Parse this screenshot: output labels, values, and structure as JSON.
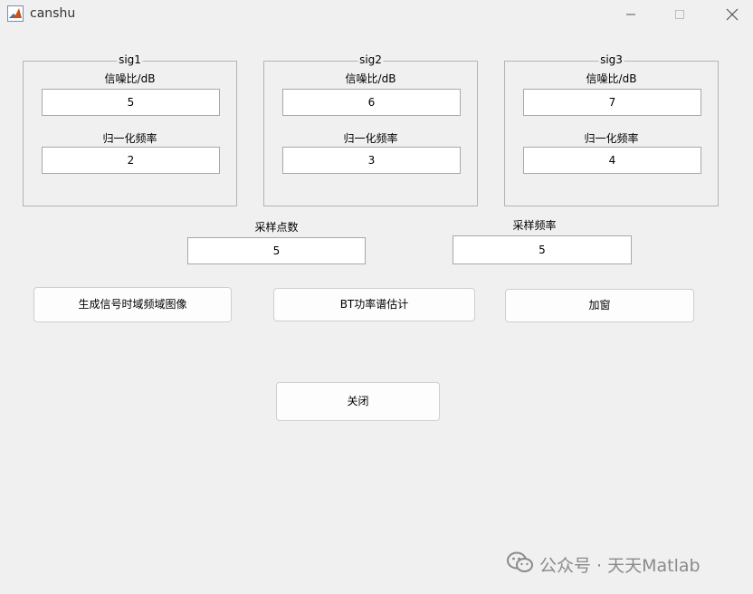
{
  "window": {
    "title": "canshu"
  },
  "panels": [
    {
      "title": "sig1",
      "snr_label": "信噪比/dB",
      "snr_value": "5",
      "freq_label": "归一化频率",
      "freq_value": "2"
    },
    {
      "title": "sig2",
      "snr_label": "信噪比/dB",
      "snr_value": "6",
      "freq_label": "归一化频率",
      "freq_value": "3"
    },
    {
      "title": "sig3",
      "snr_label": "信噪比/dB",
      "snr_value": "7",
      "freq_label": "归一化频率",
      "freq_value": "4"
    }
  ],
  "sampling": {
    "points_label": "采样点数",
    "points_value": "5",
    "rate_label": "采样频率",
    "rate_value": "5"
  },
  "buttons": {
    "generate": "生成信号时域频域图像",
    "bt": "BT功率谱估计",
    "window": "加窗",
    "close": "关闭"
  },
  "watermark": {
    "text": "公众号 · 天天Matlab"
  },
  "colors": {
    "background": "#f0f0f0",
    "panel_border": "#b4b4b4",
    "edit_bg": "#ffffff",
    "watermark": "#8a8a8a"
  },
  "icons": {
    "app": "matlab-logo-icon",
    "minimize": "minimize-icon",
    "maximize": "maximize-icon",
    "close": "close-icon",
    "watermark": "wechat-icon"
  }
}
